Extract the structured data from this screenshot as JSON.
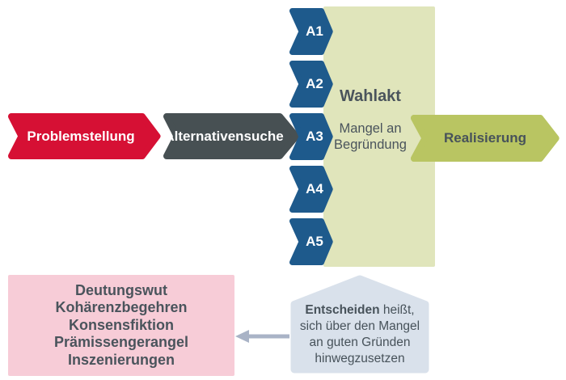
{
  "palette": {
    "red": "#d61034",
    "slate": "#475053",
    "blue": "#1e5a8c",
    "pale_green": "#e0e5bb",
    "olive": "#b9c562",
    "pink": "#f7ccd7",
    "powder": "#d9e1eb",
    "connector": "#a9b3c6"
  },
  "flow": {
    "step1": "Problemstellung",
    "step2": "Alternativensuche",
    "step3": "Realisierung"
  },
  "alternatives": {
    "items": [
      {
        "label": "A1"
      },
      {
        "label": "A2"
      },
      {
        "label": "A3"
      },
      {
        "label": "A4"
      },
      {
        "label": "A5"
      }
    ]
  },
  "wahlakt": {
    "title": "Wahlakt",
    "subtitle_line1": "Mangel an",
    "subtitle_line2": "Begründung"
  },
  "pathologies": {
    "lines": [
      "Deutungswut",
      "Kohärenzbegehren",
      "Konsensfiktion",
      "Prämissengerangel",
      "Inszenierungen"
    ]
  },
  "decision_note": {
    "lead_bold": "Entscheiden",
    "lead_rest": " heißt,",
    "line2": "sich über den Mangel",
    "line3": "an guten Gründen",
    "line4": "hinwegzusetzen"
  }
}
